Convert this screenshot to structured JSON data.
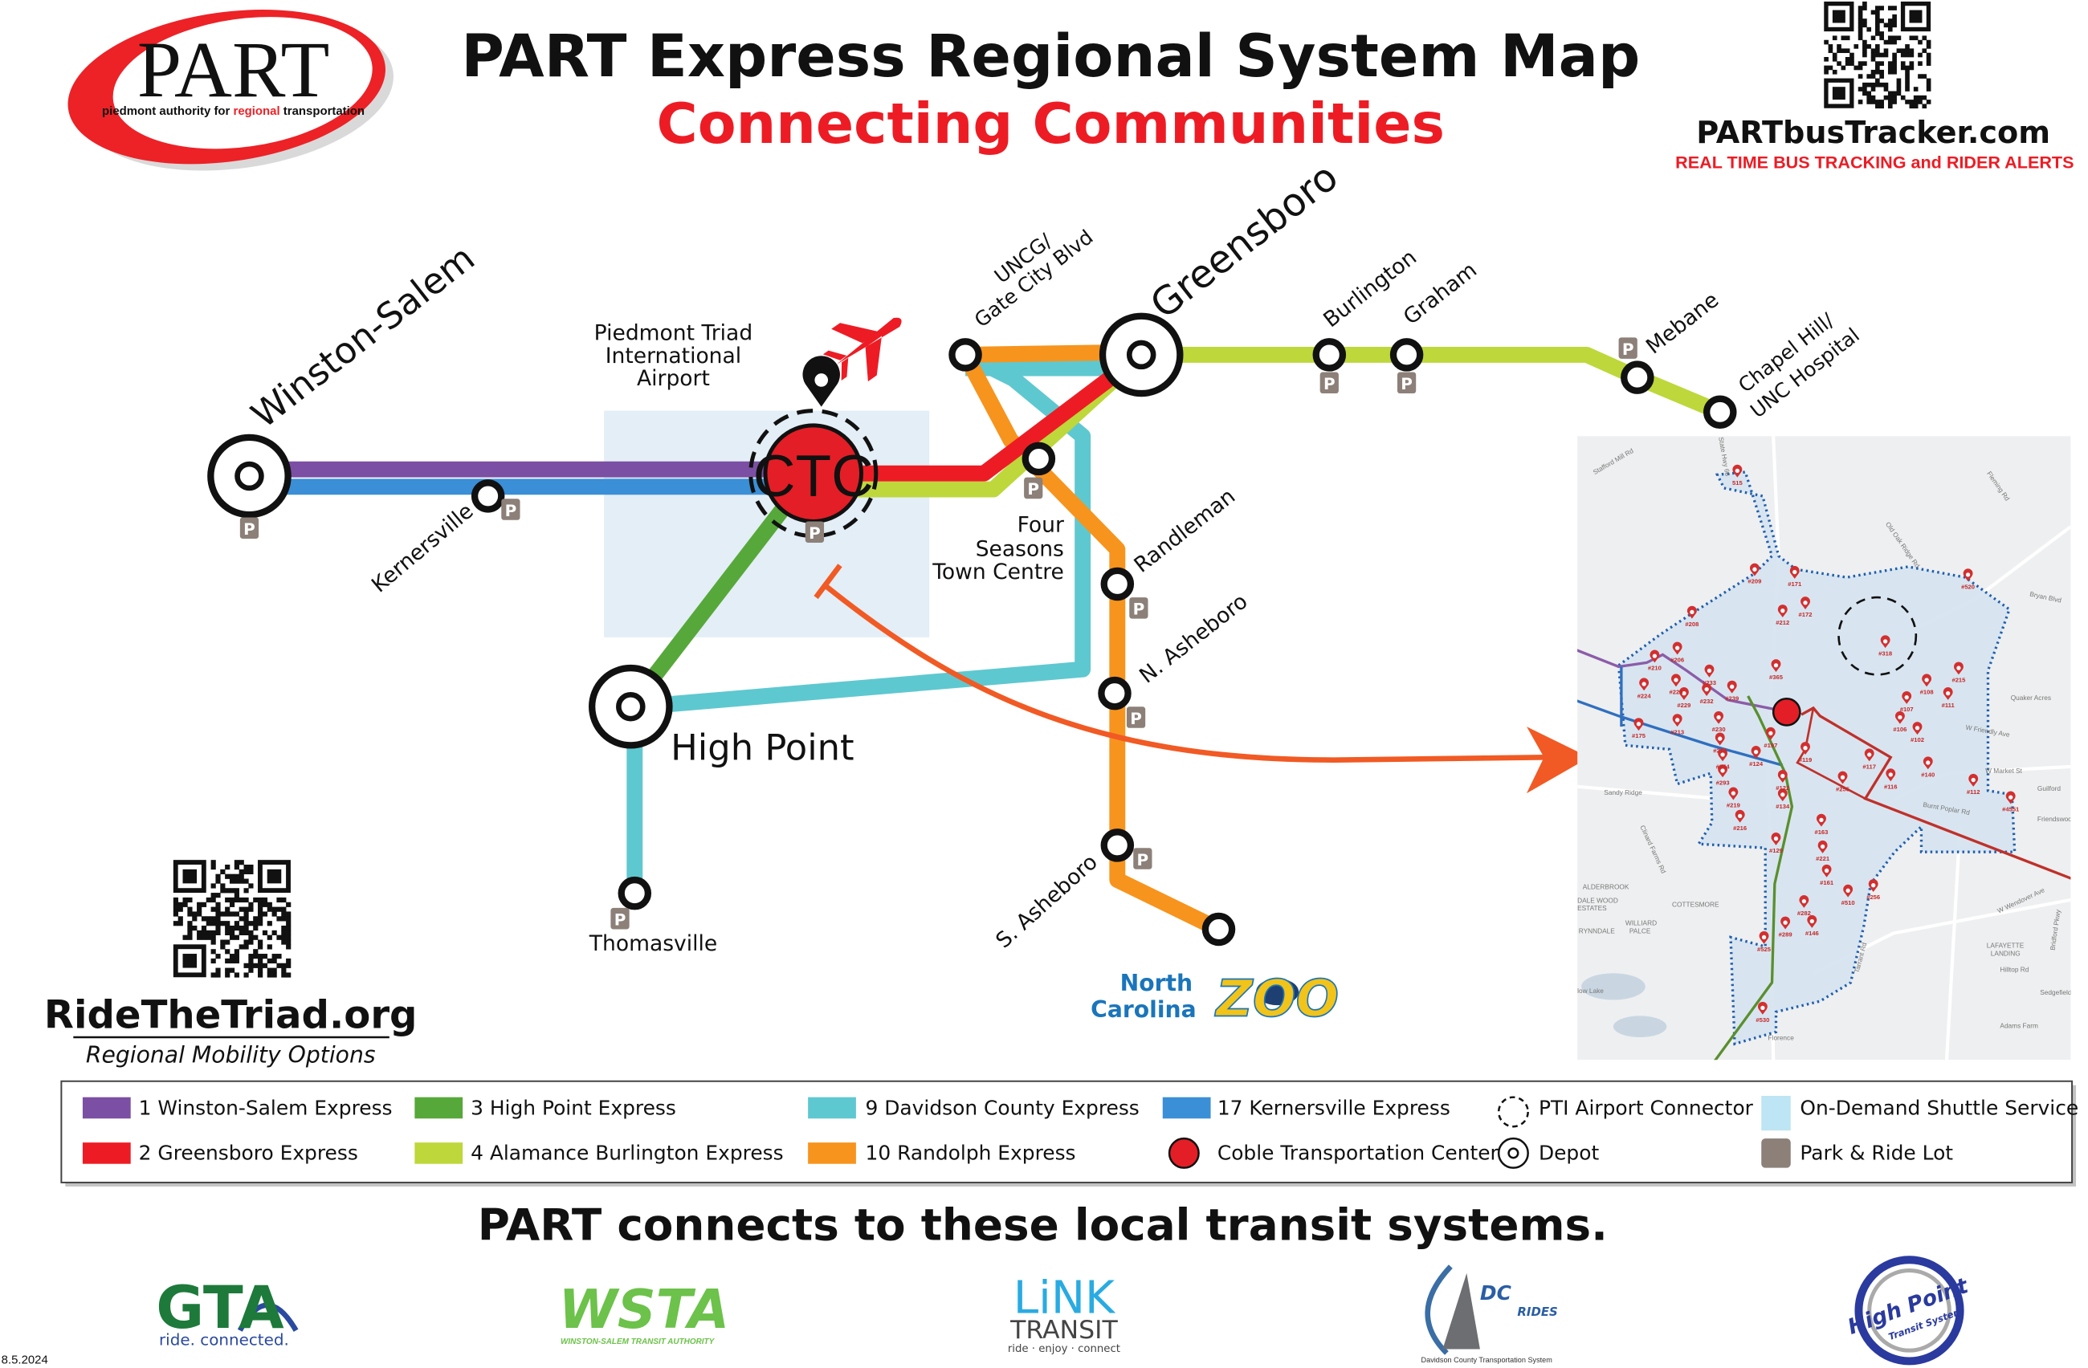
{
  "header": {
    "logo_text": "PART",
    "logo_tagline_1": "piedmont authority for ",
    "logo_tagline_2": "regional",
    "logo_tagline_3": " transportation",
    "title": "PART Express Regional System Map",
    "subtitle": "Connecting Communities",
    "tracker_url": "PARTbusTracker.com",
    "tracker_tagline": "REAL TIME BUS TRACKING and RIDER ALERTS"
  },
  "ride_triad": {
    "url": "RideTheTriad.org",
    "tagline": "Regional Mobility Options"
  },
  "stations": {
    "winston_salem": "Winston-Salem",
    "kernersville": "Kernersville",
    "airport_1": "Piedmont Triad",
    "airport_2": "International",
    "airport_3": "Airport",
    "ctc": "CTC",
    "uncg_1": "UNCG/",
    "uncg_2": "Gate City Blvd",
    "greensboro": "Greensboro",
    "burlington": "Burlington",
    "graham": "Graham",
    "mebane": "Mebane",
    "chapel_1": "Chapel Hill/",
    "chapel_2": "UNC Hospital",
    "four_seasons_1": "Four",
    "four_seasons_2": "Seasons",
    "four_seasons_3": "Town Centre",
    "randleman": "Randleman",
    "n_asheboro": "N. Asheboro",
    "s_asheboro": "S. Asheboro",
    "high_point": "High Point",
    "thomasville": "Thomasville",
    "park_symbol": "P",
    "zoo_1": "North",
    "zoo_2": "Carolina",
    "zoo_3": "ZOO"
  },
  "colors": {
    "purple": "#7b4fa3",
    "red": "#ed1c24",
    "green": "#57a83a",
    "lime": "#bed73b",
    "cyan": "#5ec8d0",
    "orange": "#f7941d",
    "blue": "#3a8fd6",
    "shuttle": "#e3eef6",
    "park": "#8c8079",
    "arrow": "#f15a24"
  },
  "legend": {
    "items": [
      {
        "label": "1 Winston-Salem Express"
      },
      {
        "label": "3 High Point Express"
      },
      {
        "label": "9 Davidson County Express"
      },
      {
        "label": "17 Kernersville Express"
      },
      {
        "label": "PTI Airport Connector"
      },
      {
        "label": "On-Demand Shuttle Service"
      },
      {
        "label": "2 Greensboro Express"
      },
      {
        "label": "4 Alamance Burlington Express"
      },
      {
        "label": "10 Randolph Express"
      },
      {
        "label": "Coble Transportation Center"
      },
      {
        "label": "Depot"
      },
      {
        "label": "Park & Ride Lot"
      }
    ]
  },
  "map_inset": {
    "labels": [
      "Stafford Mill Rd",
      "State Hwy 68",
      "Fleming Rd",
      "Old Oak Ridge Rd",
      "Bryan Blvd",
      "Quaker Acres",
      "W Friendly Ave",
      "Sandy Ridge",
      "Guilford",
      "W Market St",
      "Burnt Poplar Rd",
      "Friendswood",
      "Clinard Farms Rd",
      "ALDERBROOK",
      "DALE WOOD",
      "ESTATES",
      "COTTESMORE",
      "WILLIARD",
      "PALCE",
      "RYNNDALE",
      "W Wendover Ave",
      "Bridford Pkwy",
      "LAFAYETTE",
      "LANDING",
      "Hilltop Rd",
      "Sedgefield Lake",
      "Adams Farm",
      "Florence",
      "low Lake",
      "Tarrant Rd"
    ],
    "stops": [
      "515",
      "#209",
      "#171",
      "#172",
      "#212",
      "#208",
      "#520",
      "#318",
      "#206",
      "#210",
      "#365",
      "#215",
      "#108",
      "#228",
      "#224",
      "#233",
      "#229",
      "#232",
      "#239",
      "#111",
      "#107",
      "#106",
      "#102",
      "#175",
      "#213",
      "#230",
      "#214",
      "#197",
      "#124",
      "#119",
      "#254",
      "#293",
      "#117",
      "#140",
      "#122",
      "#255",
      "#116",
      "#112",
      "#4551",
      "#134",
      "#219",
      "#216",
      "#163",
      "#129",
      "#221",
      "#161",
      "#510",
      "#256",
      "#282",
      "#146",
      "#289",
      "#525",
      "#530"
    ]
  },
  "footer": {
    "heading": "PART connects to these local transit systems.",
    "gta_1": "GTA",
    "gta_2": "ride. connected.",
    "wsta_1": "WSTA",
    "wsta_2": "WINSTON-SALEM TRANSIT AUTHORITY",
    "link_1": "LiNK",
    "link_2": "TRANSIT",
    "link_3": "ride · enjoy · connect",
    "dc_1": "DC",
    "dc_2": "RIDES",
    "dc_3": "Davidson County Transportation System",
    "hp_1": "High Point",
    "hp_2": "Transit System",
    "date": "8.5.2024"
  }
}
